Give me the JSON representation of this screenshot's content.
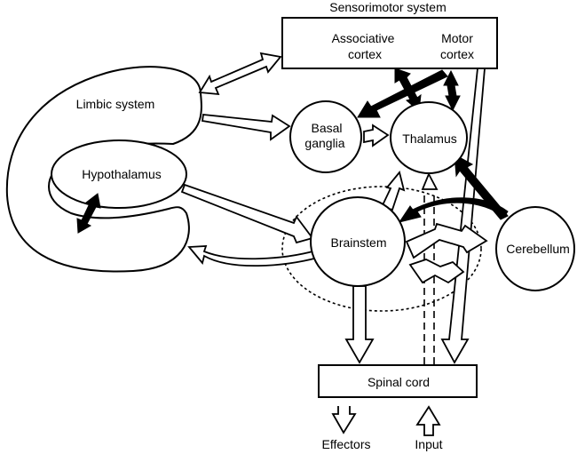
{
  "diagram": {
    "title": "Sensorimotor system",
    "nodes": {
      "sensorimotor_box": {
        "label_associative_1": "Associative",
        "label_associative_2": "cortex",
        "label_motor_1": "Motor",
        "label_motor_2": "cortex"
      },
      "limbic": {
        "label": "Limbic system"
      },
      "hypothalamus": {
        "label": "Hypothalamus"
      },
      "basal_ganglia": {
        "label_1": "Basal",
        "label_2": "ganglia"
      },
      "thalamus": {
        "label": "Thalamus"
      },
      "brainstem": {
        "label": "Brainstem"
      },
      "cerebellum": {
        "label": "Cerebellum"
      },
      "spinal_cord": {
        "label": "Spinal cord"
      }
    },
    "outputs": {
      "effectors": "Effectors",
      "input": "Input"
    },
    "connections": [
      {
        "from": "Limbic system",
        "to": "Sensorimotor system",
        "style": "hollow",
        "direction": "bidirectional"
      },
      {
        "from": "Limbic system",
        "to": "Basal ganglia",
        "style": "hollow",
        "direction": "forward"
      },
      {
        "from": "Basal ganglia",
        "to": "Thalamus",
        "style": "hollow",
        "direction": "forward"
      },
      {
        "from": "Motor cortex",
        "to": "Basal ganglia",
        "style": "solid",
        "direction": "forward"
      },
      {
        "from": "Associative cortex",
        "to": "Thalamus",
        "style": "solid",
        "direction": "bidirectional"
      },
      {
        "from": "Motor cortex",
        "to": "Thalamus",
        "style": "solid",
        "direction": "bidirectional"
      },
      {
        "from": "Hypothalamus",
        "to": "Limbic system",
        "style": "solid",
        "direction": "bidirectional"
      },
      {
        "from": "Hypothalamus",
        "to": "Brainstem",
        "style": "hollow",
        "direction": "forward"
      },
      {
        "from": "Brainstem",
        "to": "Limbic system",
        "style": "hollow",
        "direction": "forward"
      },
      {
        "from": "Cerebellum",
        "to": "Thalamus",
        "style": "solid",
        "direction": "forward"
      },
      {
        "from": "Cerebellum",
        "to": "Brainstem",
        "style": "solid",
        "direction": "forward"
      },
      {
        "from": "Brainstem",
        "to": "Thalamus",
        "style": "hollow",
        "direction": "forward"
      },
      {
        "from": "Input",
        "to": "Thalamus",
        "style": "hollow-dashed",
        "direction": "forward"
      },
      {
        "from": "Brainstem",
        "to": "Cerebellum",
        "style": "hollow",
        "direction": "bidirectional"
      },
      {
        "from": "Brainstem",
        "to": "Spinal cord",
        "style": "hollow",
        "direction": "forward"
      },
      {
        "from": "Sensorimotor system",
        "to": "Spinal cord",
        "style": "hollow",
        "direction": "forward"
      },
      {
        "from": "Spinal cord",
        "to": "Effectors",
        "style": "hollow",
        "direction": "forward"
      },
      {
        "from": "Input",
        "to": "Spinal cord",
        "style": "hollow",
        "direction": "forward"
      }
    ]
  }
}
